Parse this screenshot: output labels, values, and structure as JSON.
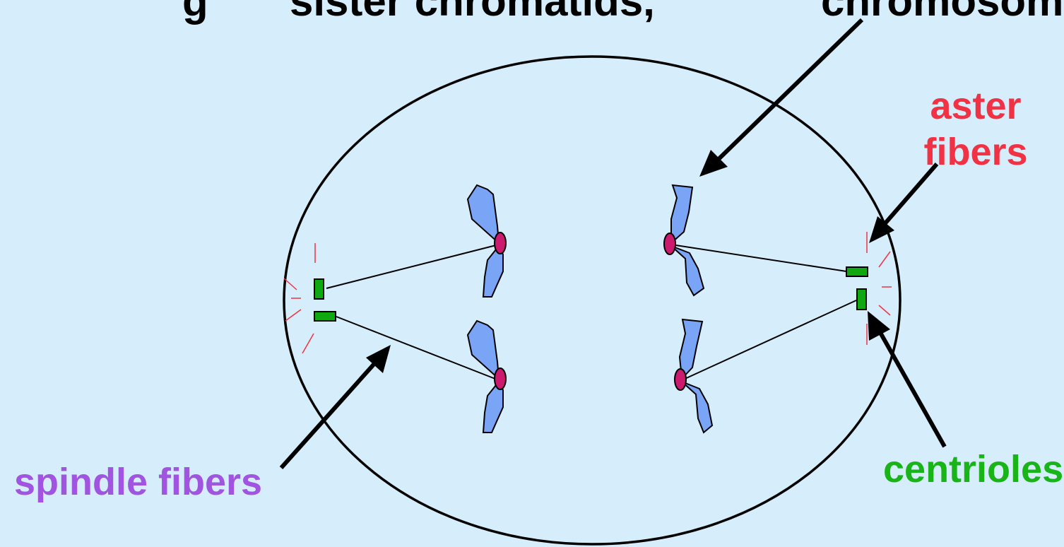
{
  "header": {
    "left_partial": "g",
    "middle_partial": "sister chromatids,",
    "right_partial": "chromosome"
  },
  "labels": {
    "aster_line1": "aster",
    "aster_line2": "fibers",
    "spindle": "spindle fibers",
    "centrioles": "centrioles"
  },
  "colors": {
    "background": "#d6eefb",
    "chromatid": "#7aa5f7",
    "centromere": "#cc1a6e",
    "centriole": "#10a810",
    "aster": "#f03244",
    "spindle_label": "#a054e0",
    "centriole_label": "#18b418"
  }
}
